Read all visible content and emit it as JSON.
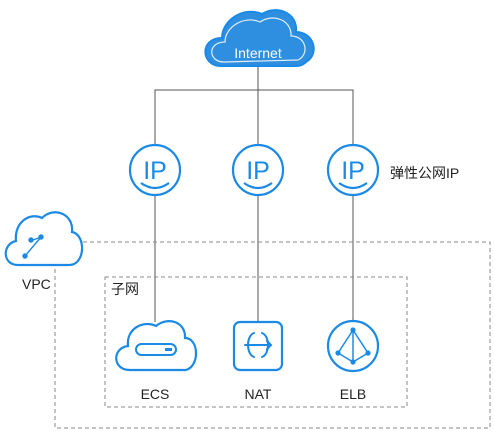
{
  "diagram": {
    "internet": {
      "label": "Internet"
    },
    "eip": {
      "ip_label": "IP",
      "caption": "弹性公网IP"
    },
    "vpc": {
      "label": "VPC"
    },
    "subnet": {
      "label": "子网"
    },
    "services": {
      "ecs": {
        "label": "ECS"
      },
      "nat": {
        "label": "NAT"
      },
      "elb": {
        "label": "ELB"
      }
    },
    "colors": {
      "blue": "#1a8ae6",
      "blue_fill": "#2e8fe0",
      "line": "#555555",
      "dash": "#8a8a8a",
      "text": "#222222"
    }
  }
}
